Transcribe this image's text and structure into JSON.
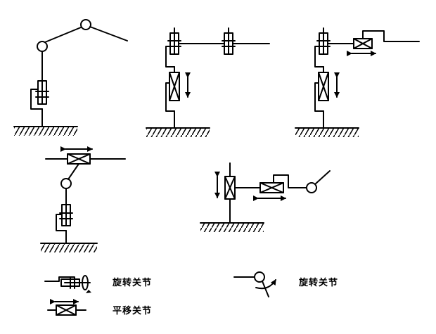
{
  "colors": {
    "stroke": "#000000",
    "background": "#ffffff"
  },
  "legend": {
    "rotary_joint_cylinder_label": "旋转关节",
    "rotary_joint_pin_label": "旋转关节",
    "prismatic_joint_label": "平移关节"
  }
}
